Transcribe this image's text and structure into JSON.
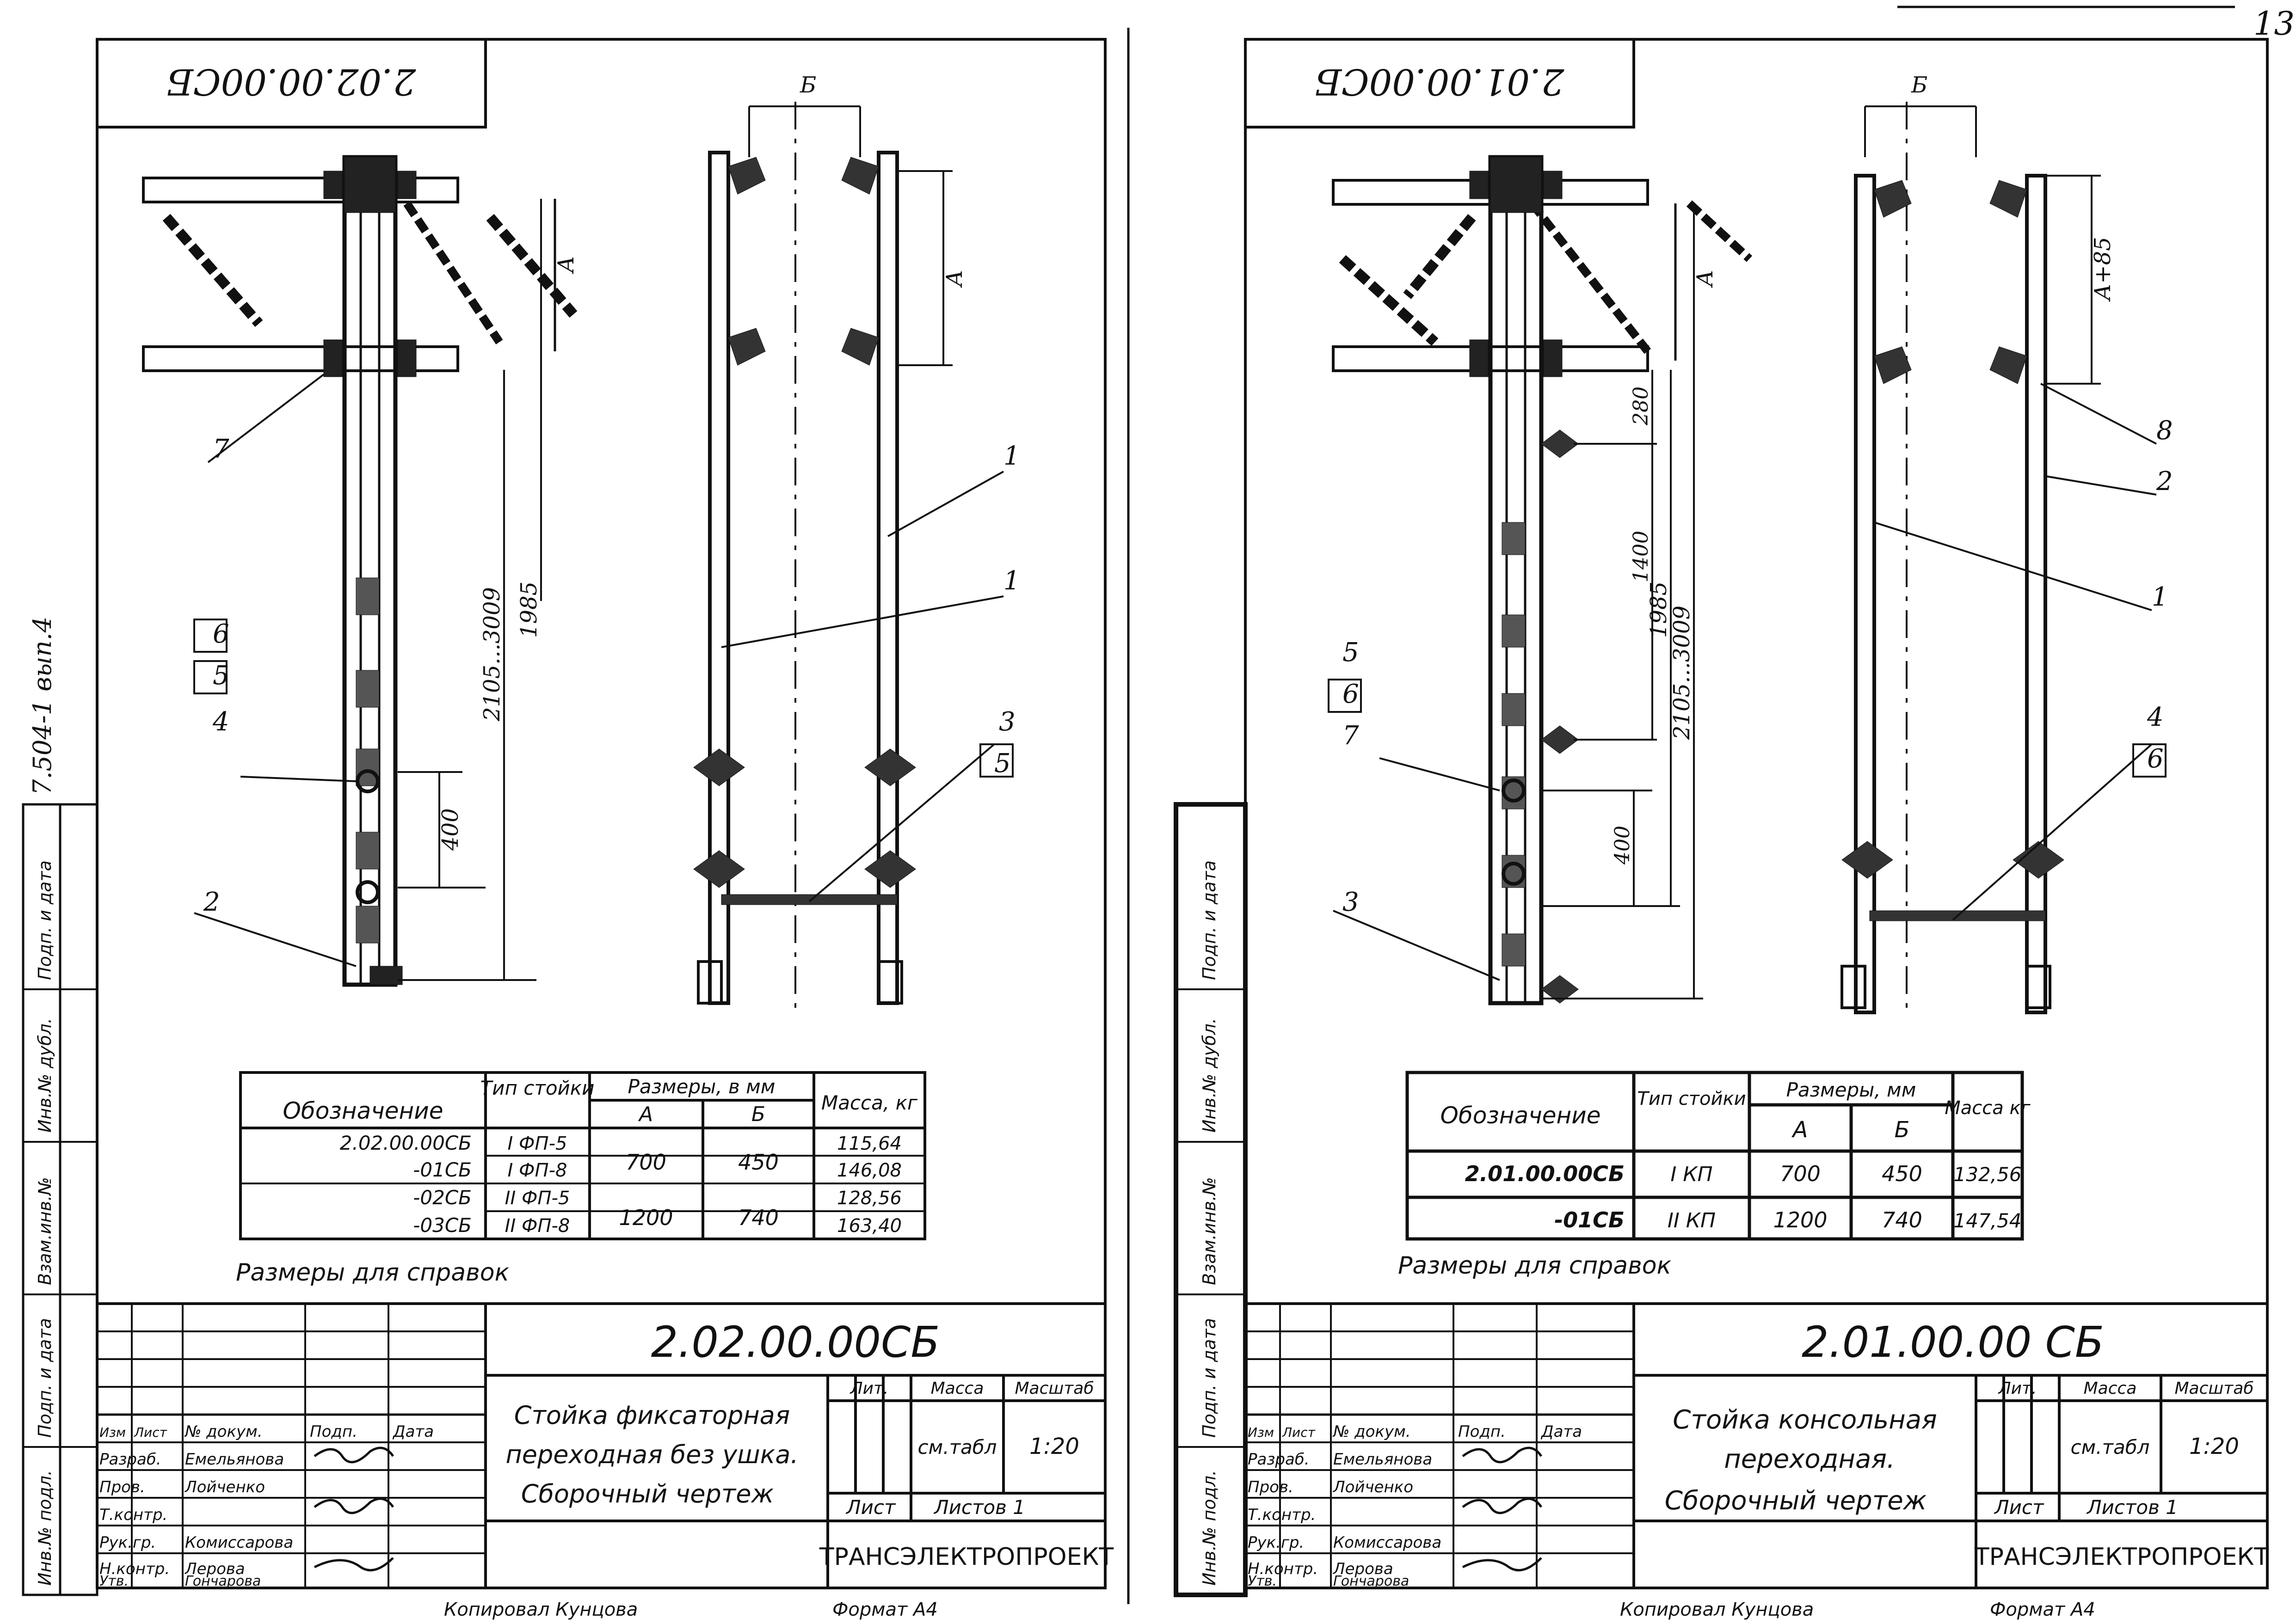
{
  "page_number": "13",
  "left_sheet": {
    "mirrored_stamp": "2.02.00.00СБ",
    "vertical_ref": "7.504-1 вып.4",
    "side_labels": [
      "Подп. и дата",
      "Инв.№ дубл.",
      "Взам.инв.№",
      "Подп. и дата",
      "Инв.№ подл."
    ],
    "dims": {
      "top_b": "Б",
      "a": "А",
      "l1985": "1985",
      "l2105": "2105...3009",
      "l400": "400"
    },
    "callouts": {
      "c1a": "1",
      "c1b": "1",
      "c2": "2",
      "c3": "3",
      "c4": "4",
      "c5a": "5",
      "c5b": "5",
      "c6": "6",
      "c7": "7"
    },
    "table": {
      "h_designation": "Обозначение",
      "h_type": "Тип стойки",
      "h_sizes": "Размеры, в мм",
      "h_a": "А",
      "h_b": "Б",
      "h_mass": "Масса, кг",
      "rows": [
        {
          "designation": "2.02.00.00СБ",
          "type": "I ФП-5",
          "mass": "115,64"
        },
        {
          "designation": "-01СБ",
          "type": "I ФП-8",
          "mass": "146,08"
        },
        {
          "designation": "-02СБ",
          "type": "II ФП-5",
          "mass": "128,56"
        },
        {
          "designation": "-03СБ",
          "type": "II ФП-8",
          "mass": "163,40"
        }
      ],
      "a_group1": "700",
      "b_group1": "450",
      "a_group2": "1200",
      "b_group2": "740"
    },
    "note": "Размеры для справок",
    "title_block": {
      "doc_number": "2.02.00.00СБ",
      "name_line1": "Стойка фиксаторная",
      "name_line2": "переходная без ушка.",
      "name_line3": "Сборочный чертеж",
      "col_headers": [
        "Изм",
        "Лист",
        "№ докум.",
        "Подп.",
        "Дата"
      ],
      "roles": [
        "Разраб.",
        "Пров.",
        "Т.контр.",
        "Рук.гр.",
        "Н.контр.",
        "Утв."
      ],
      "names": [
        "Емельянова",
        "Лойченко",
        "",
        "Комиссарова",
        "Лерова",
        "Гончарова"
      ],
      "lit": "Лит.",
      "mass": "Масса",
      "scale_label": "Масштаб",
      "mass_value": "см.табл",
      "scale_value": "1:20",
      "sheet": "Лист",
      "sheets": "Листов 1",
      "org": "ТРАНСЭЛЕКТРОПРОЕКТ"
    },
    "footer_left": "Копировал Кунцова",
    "footer_right": "Формат А4"
  },
  "right_sheet": {
    "mirrored_stamp": "2.01.00.00СБ",
    "side_labels": [
      "Подп. и дата",
      "Инв.№ дубл.",
      "Взам.инв.№",
      "Подп. и дата",
      "Инв.№ подл."
    ],
    "dims": {
      "top_b": "Б",
      "a": "А",
      "a85": "А+85",
      "l280": "280",
      "l1400": "1400",
      "l1985": "1985",
      "l2105": "2105...3009",
      "l400": "400"
    },
    "callouts": {
      "c1": "1",
      "c2": "2",
      "c3": "3",
      "c4": "4",
      "c5": "5",
      "c6a": "6",
      "c6b": "6",
      "c7": "7",
      "c8": "8"
    },
    "table": {
      "h_designation": "Обозначение",
      "h_type": "Тип стойки",
      "h_sizes": "Размеры, мм",
      "h_a": "А",
      "h_b": "Б",
      "h_mass": "Масса кг",
      "rows": [
        {
          "designation": "2.01.00.00СБ",
          "type": "I КП",
          "a": "700",
          "b": "450",
          "mass": "132,56"
        },
        {
          "designation": "-01СБ",
          "type": "II КП",
          "a": "1200",
          "b": "740",
          "mass": "147,54"
        }
      ]
    },
    "note": "Размеры для справок",
    "title_block": {
      "doc_number": "2.01.00.00 СБ",
      "name_line1": "Стойка консольная",
      "name_line2": "переходная.",
      "name_line3": "Сборочный чертеж",
      "col_headers": [
        "Изм",
        "Лист",
        "№ докум.",
        "Подп.",
        "Дата"
      ],
      "roles": [
        "Разраб.",
        "Пров.",
        "Т.контр.",
        "Рук.гр.",
        "Н.контр.",
        "Утв."
      ],
      "names": [
        "Емельянова",
        "Лойченко",
        "",
        "Комиссарова",
        "Лерова",
        "Гончарова"
      ],
      "lit": "Лит.",
      "mass": "Масса",
      "scale_label": "Масштаб",
      "mass_value": "см.табл",
      "scale_value": "1:20",
      "sheet": "Лист",
      "sheets": "Листов 1",
      "org": "ТРАНСЭЛЕКТРОПРОЕКТ"
    },
    "footer_left": "Копировал Кунцова",
    "footer_right": "Формат А4"
  }
}
